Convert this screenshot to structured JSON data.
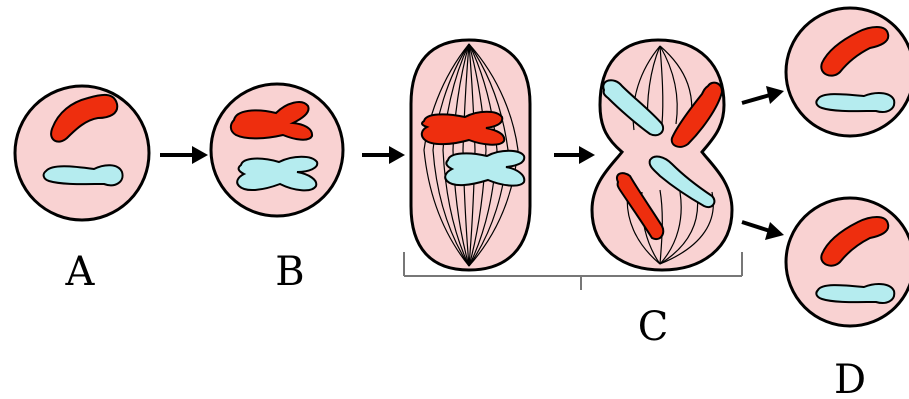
{
  "labels": {
    "a": "A",
    "b": "B",
    "c": "C",
    "d": "D"
  },
  "colors": {
    "cell_fill": "#f9d2d2",
    "outline": "#000000",
    "chromosome_red": "#ee2e0e",
    "chromosome_cyan": "#b5ecef",
    "arrow": "#000000",
    "spindle": "#000000",
    "bracket": "#777777"
  }
}
